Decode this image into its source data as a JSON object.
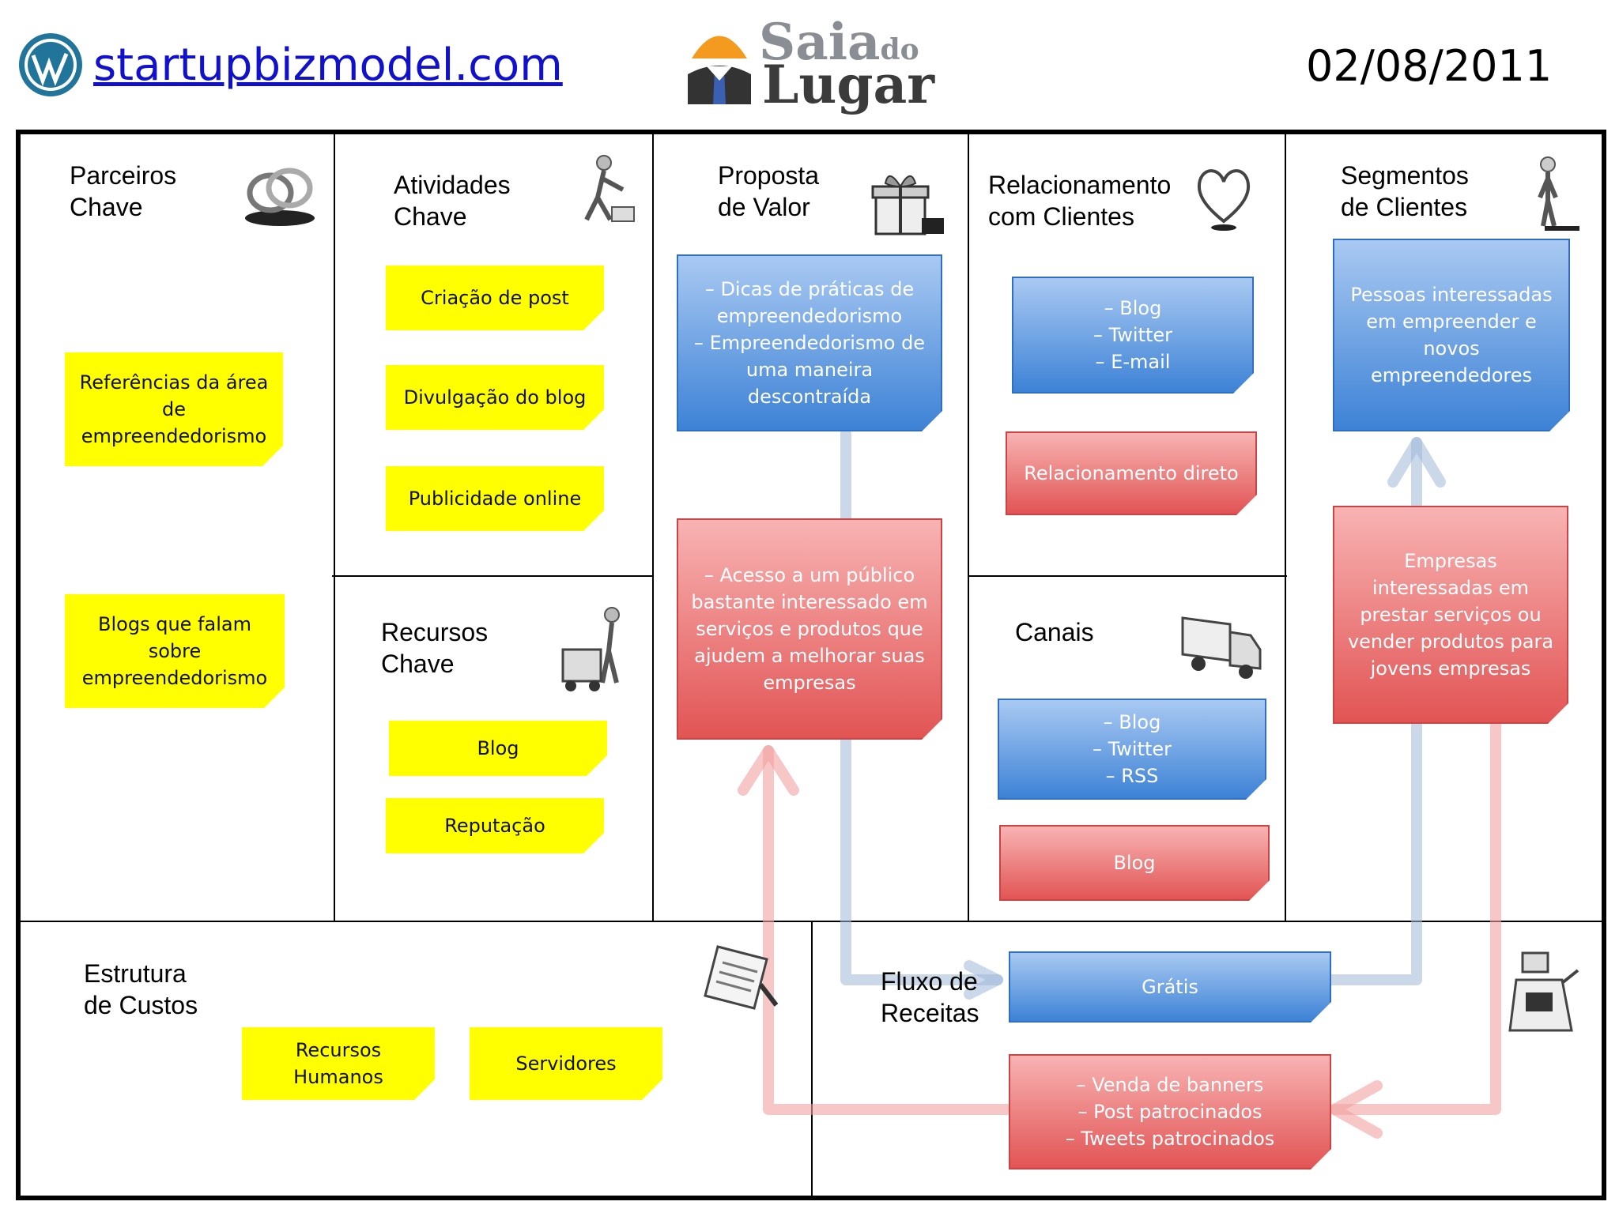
{
  "header": {
    "site_link": "startupbizmodel.com",
    "logo_text_top": "Saia",
    "logo_text_small": "do",
    "logo_text_bottom": "Lugar",
    "date": "02/08/2011"
  },
  "blocks": {
    "parceiros": {
      "title": "Parceiros\nChave",
      "notes": [
        "Referências da área de empreendedorismo",
        "Blogs que falam sobre empreendedorismo"
      ]
    },
    "atividades": {
      "title": "Atividades\nChave",
      "notes": [
        "Criação de post",
        "Divulgação do blog",
        "Publicidade online"
      ]
    },
    "recursos": {
      "title": "Recursos\nChave",
      "notes": [
        "Blog",
        "Reputação"
      ]
    },
    "proposta": {
      "title": "Proposta\nde Valor",
      "blue_items": [
        "Dicas de práticas de empreendedorismo",
        "Empreendedorismo de uma maneira descontraída"
      ],
      "red_items": [
        "Acesso a um público bastante interessado em serviços e produtos que ajudem a melhorar suas empresas"
      ]
    },
    "relacionamento": {
      "title": "Relacionamento\ncom Clientes",
      "blue_items": [
        "Blog",
        "Twitter",
        "E-mail"
      ],
      "red": "Relacionamento direto"
    },
    "canais": {
      "title": "Canais",
      "blue_items": [
        "Blog",
        "Twitter",
        "RSS"
      ],
      "red": "Blog"
    },
    "segmentos": {
      "title": "Segmentos\nde Clientes",
      "blue": "Pessoas interessadas em empreender e novos empreendedores",
      "red": "Empresas interessadas em prestar serviços ou vender produtos para jovens empresas"
    },
    "custos": {
      "title": "Estrutura\nde Custos",
      "notes": [
        "Recursos Humanos",
        "Servidores"
      ]
    },
    "receitas": {
      "title": "Fluxo de\nReceitas",
      "blue": "Grátis",
      "red_items": [
        "Venda de banners",
        "Post patrocinados",
        "Tweets patrocinados"
      ]
    }
  },
  "colors": {
    "yellow_note": "#ffff00",
    "blue_note": "#3d82d6",
    "red_note": "#e25454",
    "link": "#1111cc"
  },
  "icons": [
    "wordpress-icon",
    "logo-worker-icon",
    "rings-icon",
    "worker-icon",
    "gift-icon",
    "heart-icon",
    "person-icon",
    "forklift-icon",
    "truck-icon",
    "receipt-icon",
    "cash-register-icon"
  ]
}
